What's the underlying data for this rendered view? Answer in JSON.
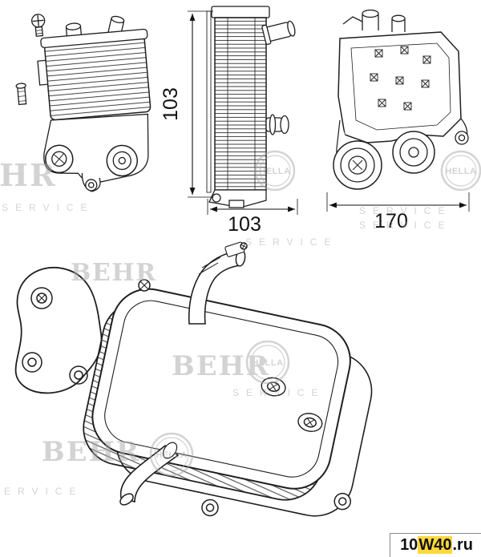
{
  "dimensions": {
    "side_height_mm": "103",
    "side_width_mm": "103",
    "rear_width_mm": "170"
  },
  "watermarks": {
    "behr": "BEHR",
    "hella": "HELLA",
    "service": "SERVICE",
    "site": {
      "prefix": "10",
      "mid": "W40",
      "suffix": ".ru",
      "full": "10W40.ru"
    }
  },
  "colors": {
    "line": "#1f1f1f",
    "watermark_gray": "#a9a9a9",
    "site_yellow": "#ffd83d",
    "background": "#ffffff"
  }
}
